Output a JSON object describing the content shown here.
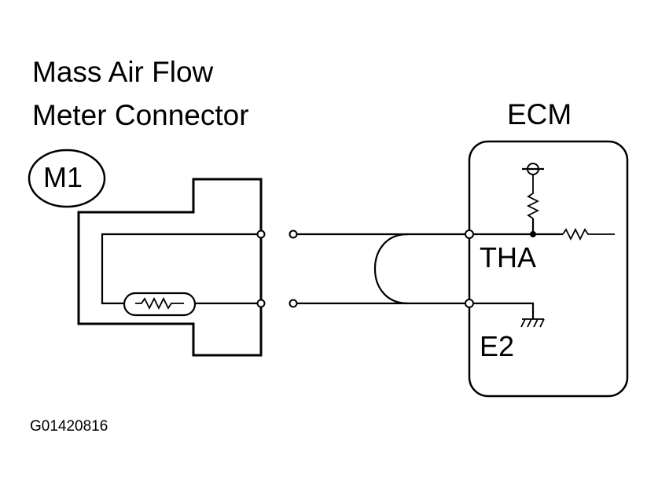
{
  "title": {
    "line1": "Mass Air Flow",
    "line2": "Meter Connector"
  },
  "connector_id": "M1",
  "ecm": {
    "label": "ECM",
    "pin_tha": "THA",
    "pin_e2": "E2"
  },
  "figure_code": "G01420816"
}
